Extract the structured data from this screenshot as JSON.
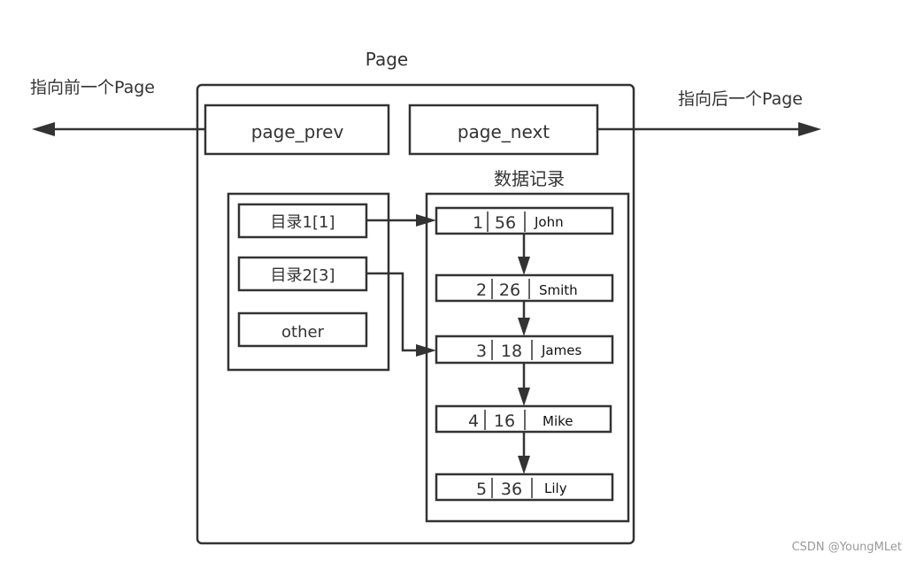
{
  "page": {
    "title": "Page",
    "prev_label": "指向前一个Page",
    "next_label": "指向后一个Page",
    "page_prev": "page_prev",
    "page_next": "page_next"
  },
  "directory": {
    "items": [
      "目录1[1]",
      "目录2[3]",
      "other"
    ]
  },
  "records": {
    "title": "数据记录",
    "items": [
      {
        "id": "1",
        "value": "56",
        "name": "John"
      },
      {
        "id": "2",
        "value": "26",
        "name": "Smith"
      },
      {
        "id": "3",
        "value": "18",
        "name": "James"
      },
      {
        "id": "4",
        "value": "16",
        "name": "Mike"
      },
      {
        "id": "5",
        "value": "36",
        "name": "Lily"
      }
    ]
  },
  "watermark": "CSDN @YoungMLet"
}
